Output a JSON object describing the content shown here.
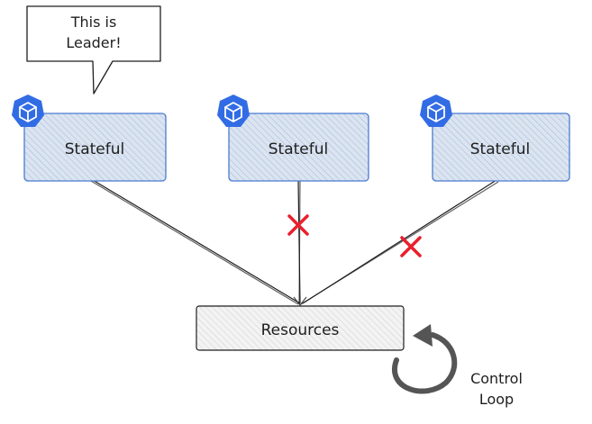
{
  "callout": {
    "line1": "This is",
    "line2": "Leader!"
  },
  "pods": [
    {
      "label": "Stateful",
      "icon": "kubernetes-cube-icon",
      "leader": true
    },
    {
      "label": "Stateful",
      "icon": "kubernetes-cube-icon",
      "leader": false,
      "blocked": true
    },
    {
      "label": "Stateful",
      "icon": "kubernetes-cube-icon",
      "leader": false,
      "blocked": true
    }
  ],
  "resources": {
    "label": "Resources"
  },
  "control_loop": {
    "line1": "Control",
    "line2": "Loop"
  },
  "colors": {
    "pod_fill": "#dbe4ef",
    "pod_stroke": "#4a7bd0",
    "icon_blue": "#326ce5",
    "block_red": "#e8202c",
    "resources_fill": "#ececec",
    "loop_arrow": "#555555",
    "line": "#1e1e1e"
  }
}
